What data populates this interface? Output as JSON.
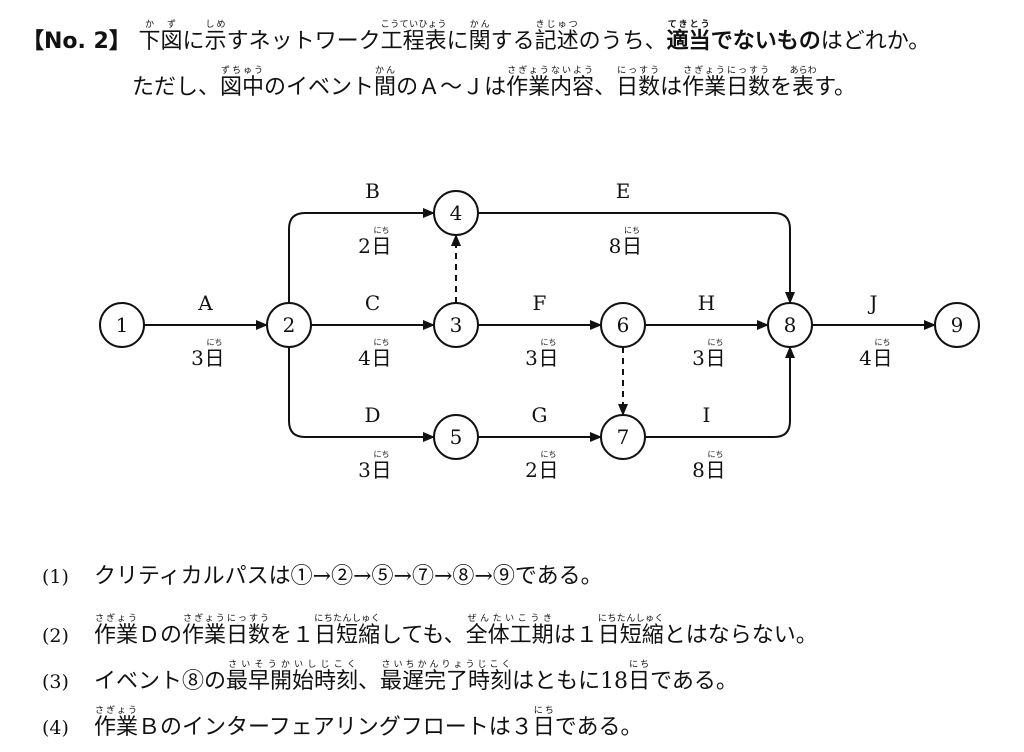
{
  "question": {
    "lines": [
      {
        "segments": [
          {
            "t": "【No. 2】 ",
            "b": true
          },
          {
            "t": "下図",
            "r": "かず"
          },
          {
            "t": "に"
          },
          {
            "t": "示",
            "r": "しめ"
          },
          {
            "t": "すネットワーク"
          },
          {
            "t": "工程表",
            "r": "こうていひょう"
          },
          {
            "t": "に"
          },
          {
            "t": "関",
            "r": "かん"
          },
          {
            "t": "する"
          },
          {
            "t": "記述",
            "r": "きじゅつ"
          },
          {
            "t": "のうち、"
          },
          {
            "t": "適当",
            "r": "てきとう",
            "b": true
          },
          {
            "t": "でないもの",
            "b": true
          },
          {
            "t": "はどれか。"
          }
        ]
      },
      {
        "segments": [
          {
            "t": "ただし、"
          },
          {
            "t": "図中",
            "r": "ずちゅう"
          },
          {
            "t": "のイベント"
          },
          {
            "t": "間",
            "r": "かん"
          },
          {
            "t": "のＡ～Ｊは"
          },
          {
            "t": "作業内容",
            "r": "さぎょうないよう"
          },
          {
            "t": "、"
          },
          {
            "t": "日数",
            "r": "にっすう"
          },
          {
            "t": "は"
          },
          {
            "t": "作業日数",
            "r": "さぎょうにっすう"
          },
          {
            "t": "を"
          },
          {
            "t": "表",
            "r": "あらわ"
          },
          {
            "t": "す。"
          }
        ]
      }
    ]
  },
  "diagram": {
    "day_unit": "日",
    "day_unit_ruby": "にち",
    "nodes": [
      "1",
      "2",
      "3",
      "4",
      "5",
      "6",
      "7",
      "8",
      "9"
    ],
    "activities": [
      {
        "from": "1",
        "to": "2",
        "label": "A",
        "days": "3"
      },
      {
        "from": "2",
        "to": "4",
        "label": "B",
        "days": "2"
      },
      {
        "from": "2",
        "to": "3",
        "label": "C",
        "days": "4"
      },
      {
        "from": "2",
        "to": "5",
        "label": "D",
        "days": "3"
      },
      {
        "from": "4",
        "to": "8",
        "label": "E",
        "days": "8"
      },
      {
        "from": "3",
        "to": "6",
        "label": "F",
        "days": "3"
      },
      {
        "from": "5",
        "to": "7",
        "label": "G",
        "days": "2"
      },
      {
        "from": "6",
        "to": "8",
        "label": "H",
        "days": "3"
      },
      {
        "from": "7",
        "to": "8",
        "label": "I",
        "days": "8"
      },
      {
        "from": "8",
        "to": "9",
        "label": "J",
        "days": "4"
      }
    ],
    "dummies": [
      {
        "from": "3",
        "to": "4"
      },
      {
        "from": "6",
        "to": "7"
      }
    ]
  },
  "options": [
    {
      "num": "(1)",
      "segments": [
        {
          "t": "クリティカルパスは①→②→⑤→⑦→⑧→⑨である。"
        }
      ]
    },
    {
      "num": "(2)",
      "segments": [
        {
          "t": "作業",
          "r": "さぎょう"
        },
        {
          "t": "Ｄの"
        },
        {
          "t": "作業日数",
          "r": "さぎょうにっすう"
        },
        {
          "t": "を１"
        },
        {
          "t": "日短縮",
          "r": "にちたんしゅく"
        },
        {
          "t": "しても、"
        },
        {
          "t": "全体工期",
          "r": "ぜんたいこうき"
        },
        {
          "t": "は１"
        },
        {
          "t": "日短縮",
          "r": "にちたんしゅく"
        },
        {
          "t": "とはならない。"
        }
      ]
    },
    {
      "num": "(3)",
      "segments": [
        {
          "t": "イベント⑧の"
        },
        {
          "t": "最早開始時刻",
          "r": "さいそうかいしじこく"
        },
        {
          "t": "、"
        },
        {
          "t": "最遅完了時刻",
          "r": "さいちかんりょうじこく"
        },
        {
          "t": "はともに18"
        },
        {
          "t": "日",
          "r": "にち"
        },
        {
          "t": "である。"
        }
      ]
    },
    {
      "num": "(4)",
      "segments": [
        {
          "t": "作業",
          "r": "さぎょう"
        },
        {
          "t": "Ｂのインターフェアリングフロートは３"
        },
        {
          "t": "日",
          "r": "にち"
        },
        {
          "t": "である。"
        }
      ]
    }
  ]
}
